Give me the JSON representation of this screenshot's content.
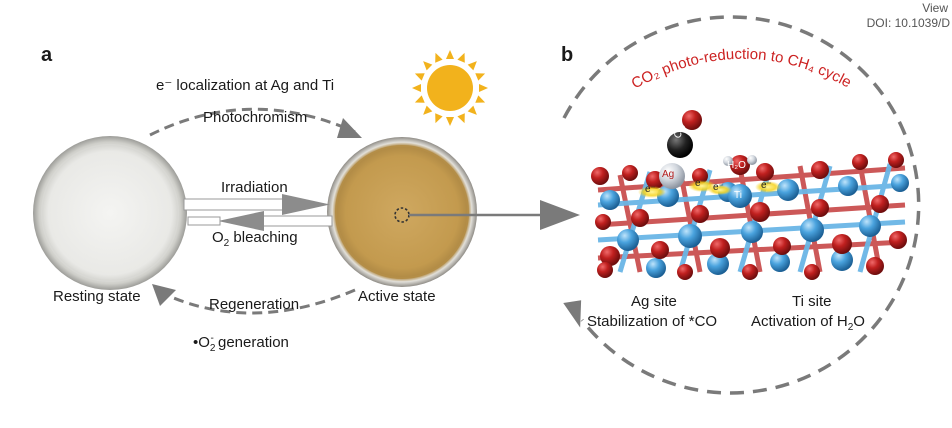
{
  "header": {
    "view": "View",
    "doi": "DOI: 10.1039/D"
  },
  "panel_a": {
    "letter": "a",
    "top_arrow_line1": "e⁻  localization at Ag and Ti",
    "top_arrow_line2": "Photochromism",
    "irradiation": "Irradiation",
    "bleaching_prefix": "O",
    "bleaching_sub": "2",
    "bleaching_suffix": " bleaching",
    "resting": "Resting state",
    "active": "Active state",
    "regeneration": "Regeneration",
    "superoxide_prefix": "•O",
    "superoxide_sub": "2",
    "superoxide_sup": "-",
    "superoxide_suffix": " generation"
  },
  "panel_b": {
    "letter": "b",
    "cycle_title": "CO₂ photo-reduction to CH₄ cycle",
    "ag_site": "Ag site",
    "ag_role": "Stabilization of *CO",
    "ti_site": "Ti site",
    "ti_role_prefix": "Activation of H",
    "ti_role_sub": "2",
    "ti_role_suffix": "O",
    "model_ag": "Ag",
    "model_ti": "Ti",
    "model_water": "H₂O",
    "model_co": "CO",
    "model_electron": "e⁻"
  },
  "colors": {
    "arrow_gray": "#7a7a7a",
    "cycle_red": "#cc2222",
    "sun": "#f2b21c",
    "active_dish": "#caa257",
    "oxygen": "#b51e1e",
    "titanium": "#4aa3de",
    "silver": "#c9ced6",
    "electron_glow": "#f5d21a"
  },
  "icons": [
    "sun-icon",
    "petri-dish-icon",
    "crystal-model-icon"
  ]
}
